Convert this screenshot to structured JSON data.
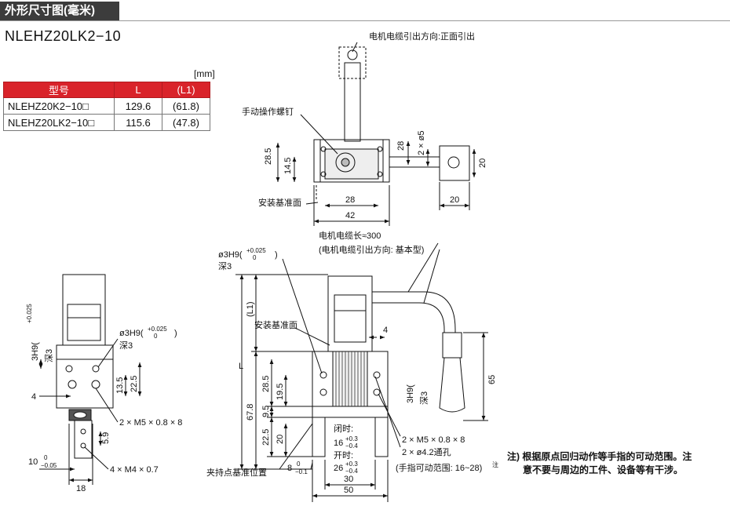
{
  "header": {
    "title": "外形尺寸图(毫米)"
  },
  "model": "NLEHZ20LK2−10",
  "unit": "[mm]",
  "table": {
    "columns": [
      "型号",
      "L",
      "(L1)"
    ],
    "rows": [
      [
        "NLEHZ20K2−10□",
        "129.6",
        "(61.8)"
      ],
      [
        "NLEHZ20LK2−10□",
        "115.6",
        "(47.8)"
      ]
    ]
  },
  "top_view": {
    "cable_front": "电机电缆引出方向:正面引出",
    "manual_screw": "手动操作螺钉",
    "mount_face": "安装基准面",
    "dim_28_5": "28.5",
    "dim_14_5": "14.5",
    "dim_28v": "28",
    "dim_2x5": "2 × ø5",
    "dim_20v": "20",
    "dim_28h": "28",
    "dim_42": "42",
    "dim_20h": "20"
  },
  "side_view": {
    "hole": "ø3H9(",
    "tol_up": "+0.025",
    "tol_lo": "0",
    "tol_close": ")",
    "depth": "深3",
    "h3h9": "3H9(",
    "deep": "深3",
    "d4": "4",
    "d13_5": "13.5",
    "d22_5": "22.5",
    "tap": "2 × M5 × 0.8 × 8",
    "d5_9": "5.9",
    "m4": "4 × M4 × 0.7",
    "d10": "10",
    "d10_up": "0",
    "d10_lo": "−0.05",
    "d18": "18"
  },
  "front_view": {
    "cable_len": "电机电缆长≈300",
    "cable_dir": "(电机电缆引出方向: 基本型)",
    "hole": "ø3H9(",
    "tol_up": "+0.025",
    "tol_lo": "0",
    "tol_close": ")",
    "depth": "深3",
    "mount_face": "安装基准面",
    "L": "L",
    "L1": "(L1)",
    "d28_5": "28.5",
    "d19_5": "19.5",
    "d67_8": "67.8",
    "d9_5": "9.5",
    "d22_5": "22.5",
    "d20": "20",
    "d4": "4",
    "h3h9": "3H9(",
    "deep": "深3",
    "d65": "65",
    "closed": "闭时:",
    "closed_val": "16",
    "closed_up": "+0.3",
    "closed_lo": "−0.4",
    "open": "开时:",
    "open_val": "26",
    "open_up": "+0.3",
    "open_lo": "−0.4",
    "tap": "2 × M5 × 0.8 × 8",
    "through": "2 × ø4.2通孔",
    "stroke": "(手指可动范围: 16~28)",
    "stroke_sup": "注",
    "grip_ref": "夹持点基准位置",
    "d8": "8",
    "d8_up": "0",
    "d8_lo": "−0.1",
    "d30": "30",
    "d50": "50"
  },
  "note": {
    "line1": "注) 根据原点回归动作等手指的可动范围。注",
    "line2": "意不要与周边的工件、设备等有干涉。"
  }
}
